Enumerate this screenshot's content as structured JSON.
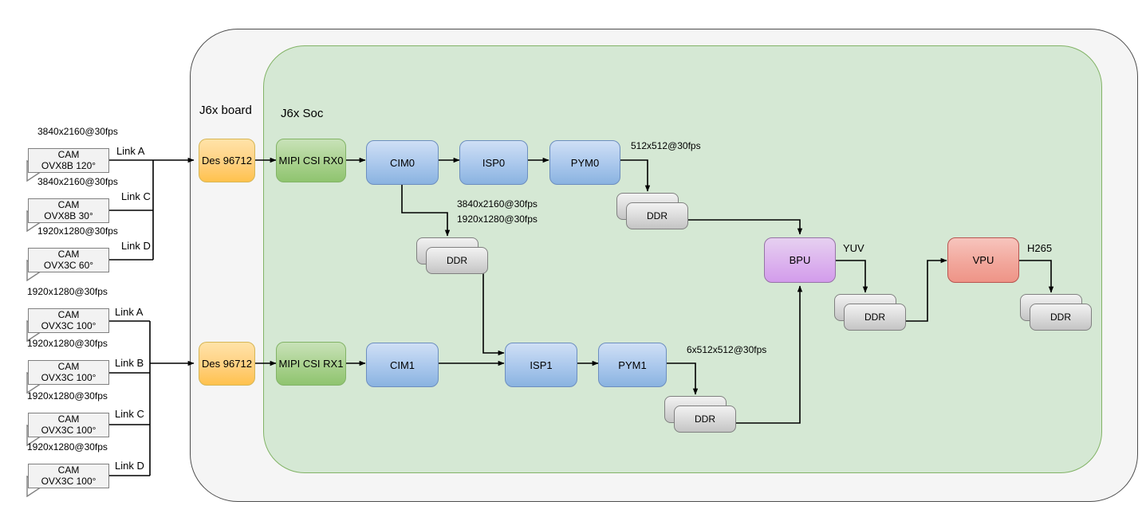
{
  "containers": {
    "board_label": "J6x board",
    "soc_label": "J6x Soc"
  },
  "camera_groups": [
    {
      "group_id": "upper",
      "cameras": [
        {
          "title": "CAM",
          "model": "OVX8B 120°",
          "resolution": "3840x2160@30fps",
          "link": "Link A"
        },
        {
          "title": "CAM",
          "model": "OVX8B 30°",
          "resolution": "3840x2160@30fps",
          "link": "Link C"
        },
        {
          "title": "CAM",
          "model": "OVX3C 60°",
          "resolution": "1920x1280@30fps",
          "link": "Link D"
        }
      ]
    },
    {
      "group_id": "lower",
      "cameras": [
        {
          "title": "CAM",
          "model": "OVX3C 100°",
          "resolution": "1920x1280@30fps",
          "link": "Link A"
        },
        {
          "title": "CAM",
          "model": "OVX3C 100°",
          "resolution": "1920x1280@30fps",
          "link": "Link B"
        },
        {
          "title": "CAM",
          "model": "OVX3C 100°",
          "resolution": "1920x1280@30fps",
          "link": "Link C"
        },
        {
          "title": "CAM",
          "model": "OVX3C 100°",
          "resolution": "1920x1280@30fps",
          "link": "Link D"
        }
      ]
    }
  ],
  "nodes": {
    "des0": "Des 96712",
    "des1": "Des 96712",
    "mipi0": "MIPI CSI RX0",
    "mipi1": "MIPI CSI RX1",
    "cim0": "CIM0",
    "cim1": "CIM1",
    "isp0": "ISP0",
    "isp1": "ISP1",
    "pym0": "PYM0",
    "pym1": "PYM1",
    "bpu": "BPU",
    "vpu": "VPU",
    "ddr_cim0": "DDR",
    "ddr_pym0": "DDR",
    "ddr_pym1": "DDR",
    "ddr_bpu": "DDR",
    "ddr_vpu": "DDR"
  },
  "edge_labels": {
    "pym0_to_ddr": "512x512@30fps",
    "cim0_to_ddr_line1": "3840x2160@30fps",
    "cim0_to_ddr_line2": "1920x1280@30fps",
    "pym1_to_ddr": "6x512x512@30fps",
    "bpu_to_ddr": "YUV",
    "vpu_to_ddr": "H265"
  },
  "colors": {
    "board_fill": "#f5f5f5",
    "board_stroke": "#4d4d4d",
    "soc_fill": "#d5e8d4",
    "soc_stroke": "#82b366",
    "blue_fill": "#a9c7ec",
    "blue_stroke": "#6c8ebf",
    "green_fill": "#a9d18e",
    "green_stroke": "#82b366",
    "orange_fill": "#ffd080",
    "orange_stroke": "#d6b656",
    "purple_fill": "#dcb3ee",
    "purple_stroke": "#9673a6",
    "red_fill": "#f2a79c",
    "red_stroke": "#b85450",
    "ddr_fill": "#dcdcdc",
    "ddr_stroke": "#808080",
    "wire": "#000000"
  }
}
